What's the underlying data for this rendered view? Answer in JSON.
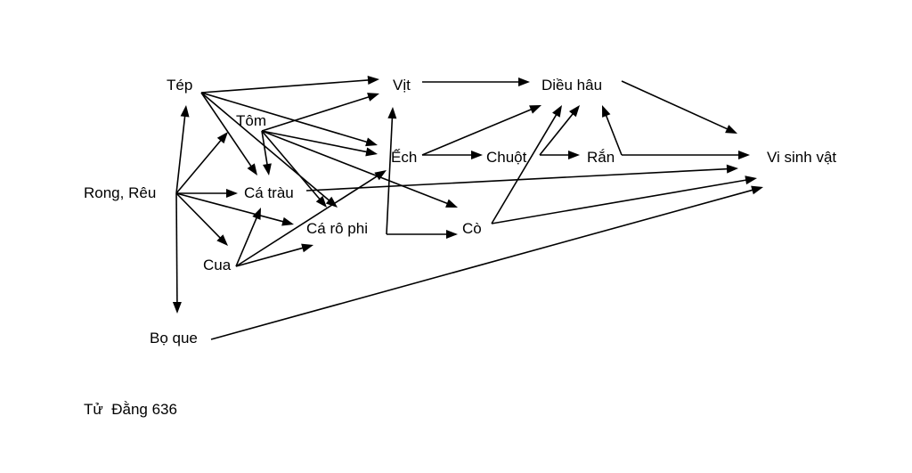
{
  "nodes": [
    {
      "id": "tep",
      "label": "Tép"
    },
    {
      "id": "vit",
      "label": "Vịt"
    },
    {
      "id": "dieuhau",
      "label": "Diều hâu"
    },
    {
      "id": "tom",
      "label": "Tôm"
    },
    {
      "id": "ech",
      "label": "Ếch"
    },
    {
      "id": "chuot",
      "label": "Chuột"
    },
    {
      "id": "ran",
      "label": "Rắn"
    },
    {
      "id": "visinhvat",
      "label": "Vi sinh vật"
    },
    {
      "id": "rongreu",
      "label": "Rong, Rêu"
    },
    {
      "id": "catrau",
      "label": "Cá tràu"
    },
    {
      "id": "carophi",
      "label": "Cá rô phi"
    },
    {
      "id": "co",
      "label": "Cò"
    },
    {
      "id": "cua",
      "label": "Cua"
    },
    {
      "id": "boque",
      "label": "Bọ que"
    }
  ],
  "edges": [
    {
      "from": "tep",
      "to": "vit"
    },
    {
      "from": "tep",
      "to": "ech"
    },
    {
      "from": "tep",
      "to": "catrau"
    },
    {
      "from": "tep",
      "to": "carophi"
    },
    {
      "from": "tom",
      "to": "vit"
    },
    {
      "from": "tom",
      "to": "ech"
    },
    {
      "from": "tom",
      "to": "catrau"
    },
    {
      "from": "tom",
      "to": "carophi"
    },
    {
      "from": "tom",
      "to": "co"
    },
    {
      "from": "rongreu",
      "to": "tep"
    },
    {
      "from": "rongreu",
      "to": "tom"
    },
    {
      "from": "rongreu",
      "to": "catrau"
    },
    {
      "from": "rongreu",
      "to": "carophi"
    },
    {
      "from": "rongreu",
      "to": "cua"
    },
    {
      "from": "rongreu",
      "to": "boque"
    },
    {
      "from": "cua",
      "to": "catrau"
    },
    {
      "from": "cua",
      "to": "carophi"
    },
    {
      "from": "cua",
      "to": "ech"
    },
    {
      "from": "carophi",
      "to": "vit"
    },
    {
      "from": "carophi",
      "to": "co"
    },
    {
      "from": "vit",
      "to": "dieuhau"
    },
    {
      "from": "ech",
      "to": "dieuhau"
    },
    {
      "from": "ech",
      "to": "chuot"
    },
    {
      "from": "chuot",
      "to": "ran"
    },
    {
      "from": "chuot",
      "to": "dieuhau"
    },
    {
      "from": "co",
      "to": "dieuhau"
    },
    {
      "from": "co",
      "to": "visinhvat"
    },
    {
      "from": "ran",
      "to": "dieuhau"
    },
    {
      "from": "ran",
      "to": "visinhvat"
    },
    {
      "from": "dieuhau",
      "to": "visinhvat"
    },
    {
      "from": "catrau",
      "to": "visinhvat"
    },
    {
      "from": "boque",
      "to": "visinhvat"
    }
  ],
  "author": "Tử  Đằng 636"
}
